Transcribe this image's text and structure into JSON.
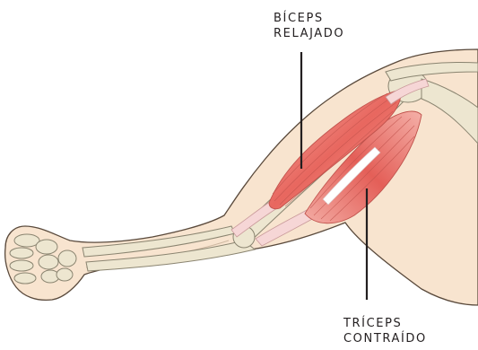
{
  "labels": {
    "biceps": {
      "line1": "BÍCEPS",
      "line2": "RELAJADO"
    },
    "triceps": {
      "line1": "TRÍCEPS",
      "line2": "CONTRAÍDO"
    }
  },
  "colors": {
    "skin": "#f8e4cf",
    "skin_outline": "#5a4a3c",
    "bone": "#ede6d0",
    "bone_outline": "#8a8470",
    "muscle": "#e8675f",
    "muscle_light": "#f2a49c",
    "tendon": "#f6d6d6",
    "leader_line": "#231f20",
    "text": "#231f20"
  },
  "icons": {
    "arm": "arm-anatomy-illustration"
  }
}
